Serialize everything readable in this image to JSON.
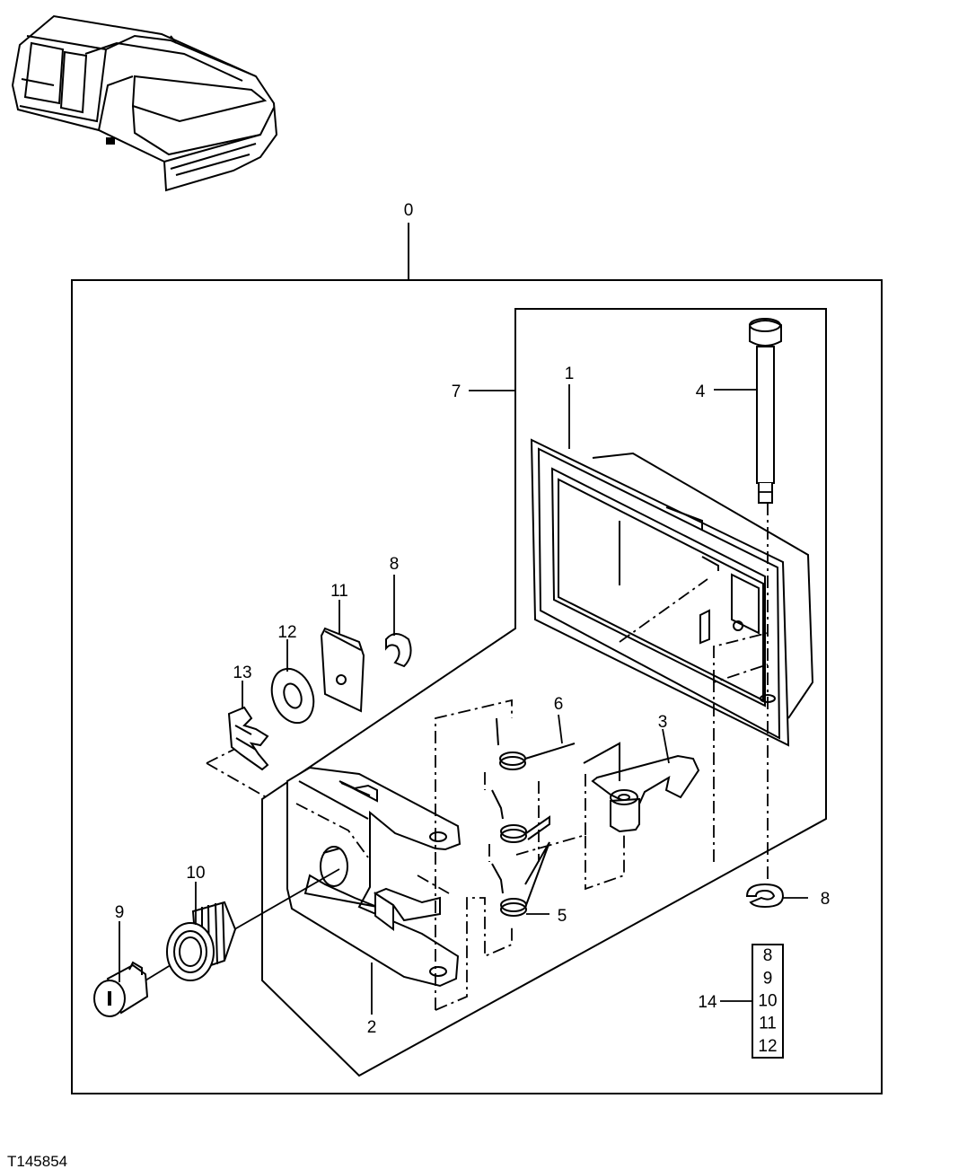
{
  "figure_id": "T145854",
  "callouts": {
    "c0": "0",
    "c1": "1",
    "c2": "2",
    "c3": "3",
    "c4": "4",
    "c5": "5",
    "c6": "6",
    "c7": "7",
    "c8a": "8",
    "c8b": "8",
    "c9": "9",
    "c10": "10",
    "c11": "11",
    "c12": "12",
    "c13": "13",
    "c14": "14"
  },
  "kit_list": [
    "8",
    "9",
    "10",
    "11",
    "12"
  ]
}
